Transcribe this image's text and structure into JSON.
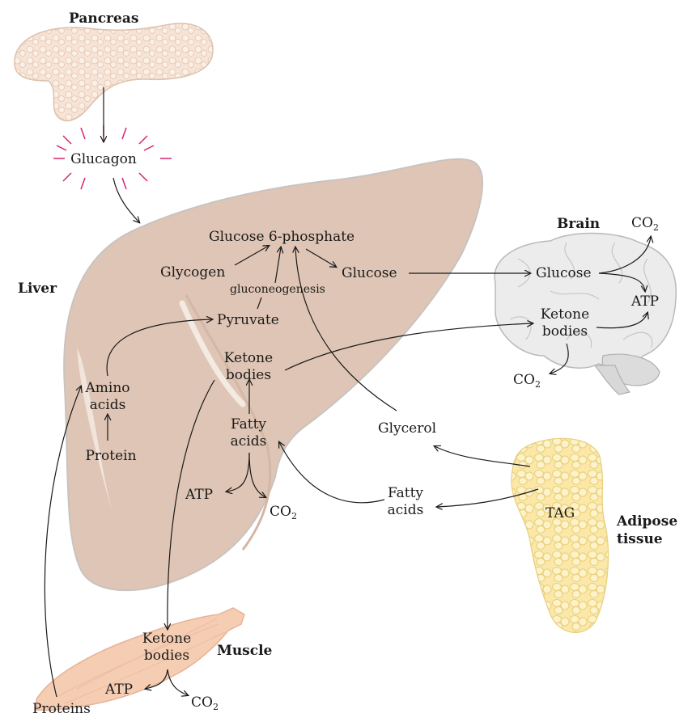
{
  "organs": {
    "pancreas": "Pancreas",
    "liver": "Liver",
    "brain": "Brain",
    "adipose_line1": "Adipose",
    "adipose_line2": "tissue",
    "muscle": "Muscle"
  },
  "liver": {
    "glucose6p": "Glucose 6-phosphate",
    "glycogen": "Glycogen",
    "glucose": "Glucose",
    "gluconeogenesis": "gluconeogenesis",
    "pyruvate": "Pyruvate",
    "ketone1": "Ketone",
    "ketone2": "bodies",
    "amino1": "Amino",
    "amino2": "acids",
    "protein": "Protein",
    "fatty1": "Fatty",
    "fatty2": "acids",
    "atp": "ATP",
    "co2": "CO",
    "co2_sub": "2"
  },
  "hormone": {
    "glucagon": "Glucagon"
  },
  "brain": {
    "glucose": "Glucose",
    "ketone1": "Ketone",
    "ketone2": "bodies",
    "atp": "ATP",
    "co2_top": "CO",
    "co2_top_sub": "2",
    "co2_bottom": "CO",
    "co2_bottom_sub": "2"
  },
  "adipose": {
    "glycerol": "Glycerol",
    "fatty1": "Fatty",
    "fatty2": "acids",
    "tag": "TAG"
  },
  "muscle": {
    "ketone1": "Ketone",
    "ketone2": "bodies",
    "atp": "ATP",
    "co2": "CO",
    "co2_sub": "2",
    "proteins": "Proteins"
  },
  "colors": {
    "liver": "#dfc5b5",
    "pancreas": "#f7e4d6",
    "brain": "#e9e9e9",
    "adipose": "#fbe7a8",
    "muscle": "#f5cdb3",
    "glucagon_rays": "#d6246f"
  }
}
